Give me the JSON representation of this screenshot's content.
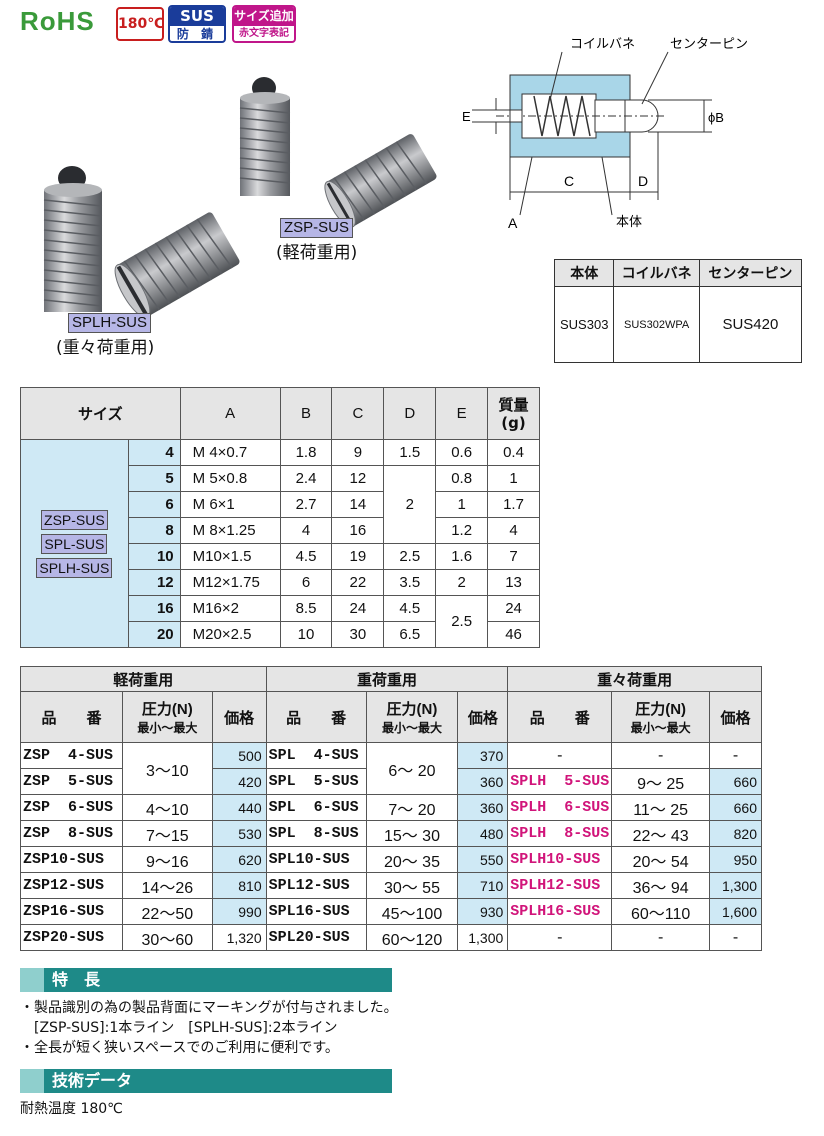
{
  "badges": {
    "rohs": "RoHS",
    "temp": "180℃",
    "sus_top": "SUS",
    "sus_bottom": "防 錆",
    "size_top": "サイズ追加",
    "size_bottom": "赤文字表記"
  },
  "photos": {
    "zsp_label": "ZSP-SUS",
    "zsp_sub": "(軽荷重用)",
    "splh_label": "SPLH-SUS",
    "splh_sub": "(重々荷重用)"
  },
  "diagram": {
    "coil_spring": "コイルバネ",
    "center_pin": "センターピン",
    "body": "本体",
    "a": "A",
    "b": "ϕB",
    "c": "C",
    "d": "D",
    "e": "E"
  },
  "materials": {
    "headers": [
      "本体",
      "コイルバネ",
      "センターピン"
    ],
    "values": [
      "SUS303",
      "SUS302WPA",
      "SUS420"
    ]
  },
  "size_table": {
    "headers": {
      "size": "サイズ",
      "a": "A",
      "b": "B",
      "c": "C",
      "d": "D",
      "e": "E",
      "mass": "質量",
      "mass_unit": "(g)"
    },
    "series": [
      "ZSP-SUS",
      "SPL-SUS",
      "SPLH-SUS"
    ],
    "rows": [
      {
        "size": "4",
        "a": "M 4×0.7",
        "b": "1.8",
        "c": "9",
        "d": "1.5",
        "e": "0.6",
        "m": "0.4"
      },
      {
        "size": "5",
        "a": "M 5×0.8",
        "b": "2.4",
        "c": "12",
        "d": "",
        "e": "0.8",
        "m": "1"
      },
      {
        "size": "6",
        "a": "M 6×1",
        "b": "2.7",
        "c": "14",
        "d": "2",
        "e": "1",
        "m": "1.7"
      },
      {
        "size": "8",
        "a": "M 8×1.25",
        "b": "4",
        "c": "16",
        "d": "",
        "e": "1.2",
        "m": "4"
      },
      {
        "size": "10",
        "a": "M10×1.5",
        "b": "4.5",
        "c": "19",
        "d": "2.5",
        "e": "1.6",
        "m": "7"
      },
      {
        "size": "12",
        "a": "M12×1.75",
        "b": "6",
        "c": "22",
        "d": "3.5",
        "e": "2",
        "m": "13"
      },
      {
        "size": "16",
        "a": "M16×2",
        "b": "8.5",
        "c": "24",
        "d": "4.5",
        "e": "2.5",
        "m": "24"
      },
      {
        "size": "20",
        "a": "M20×2.5",
        "b": "10",
        "c": "30",
        "d": "6.5",
        "e": "",
        "m": "46"
      }
    ]
  },
  "price_table": {
    "groups": [
      "軽荷重用",
      "重荷重用",
      "重々荷重用"
    ],
    "col_code": "品　　番",
    "col_force": "圧力(N)",
    "col_force_sub": "最小～最大",
    "col_price": "価格",
    "light": [
      {
        "code": "ZSP  4-SUS",
        "force": "3～10",
        "price": "500"
      },
      {
        "code": "ZSP  5-SUS",
        "force": "",
        "price": "420"
      },
      {
        "code": "ZSP  6-SUS",
        "force": "4～10",
        "price": "440"
      },
      {
        "code": "ZSP  8-SUS",
        "force": "7～15",
        "price": "530"
      },
      {
        "code": "ZSP10-SUS",
        "force": "9～16",
        "price": "620"
      },
      {
        "code": "ZSP12-SUS",
        "force": "14～26",
        "price": "810"
      },
      {
        "code": "ZSP16-SUS",
        "force": "22～50",
        "price": "990"
      },
      {
        "code": "ZSP20-SUS",
        "force": "30～60",
        "price": "1,320"
      }
    ],
    "heavy": [
      {
        "code": "SPL  4-SUS",
        "force": "6～ 20",
        "price": "370"
      },
      {
        "code": "SPL  5-SUS",
        "force": "",
        "price": "360"
      },
      {
        "code": "SPL  6-SUS",
        "force": "7～ 20",
        "price": "360"
      },
      {
        "code": "SPL  8-SUS",
        "force": "15～ 30",
        "price": "480"
      },
      {
        "code": "SPL10-SUS",
        "force": "20～ 35",
        "price": "550"
      },
      {
        "code": "SPL12-SUS",
        "force": "30～ 55",
        "price": "710"
      },
      {
        "code": "SPL16-SUS",
        "force": "45～100",
        "price": "930"
      },
      {
        "code": "SPL20-SUS",
        "force": "60～120",
        "price": "1,300"
      }
    ],
    "xheavy": [
      {
        "code": "-",
        "force": "-",
        "price": "-"
      },
      {
        "code": "SPLH  5-SUS",
        "force": "9～ 25",
        "price": "660"
      },
      {
        "code": "SPLH  6-SUS",
        "force": "11～ 25",
        "price": "660"
      },
      {
        "code": "SPLH  8-SUS",
        "force": "22～ 43",
        "price": "820"
      },
      {
        "code": "SPLH10-SUS",
        "force": "20～ 54",
        "price": "950"
      },
      {
        "code": "SPLH12-SUS",
        "force": "36～ 94",
        "price": "1,300"
      },
      {
        "code": "SPLH16-SUS",
        "force": "60～110",
        "price": "1,600"
      },
      {
        "code": "-",
        "force": "-",
        "price": "-"
      }
    ]
  },
  "features": {
    "title": "特　長",
    "line1": "・製品識別の為の製品背面にマーキングが付与されました。",
    "line2": "　[ZSP-SUS]:1本ライン　[SPLH-SUS]:2本ライン",
    "line3": "・全長が短く狭いスペースでのご利用に便利です。"
  },
  "tech": {
    "title": "技術データ",
    "line1": "耐熱温度 180℃"
  },
  "colors": {
    "accent": "#1e8a88",
    "series_bg": "#cfe9f5",
    "tag_bg": "#b6b6e6",
    "red_text": "#d1147a"
  }
}
